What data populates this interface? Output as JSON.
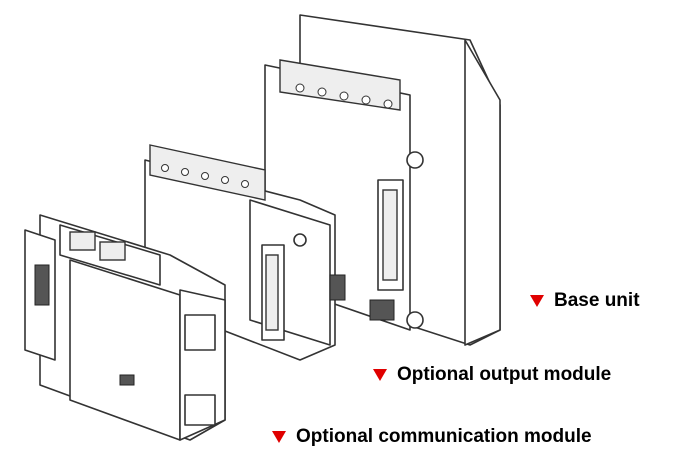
{
  "labels": {
    "base_unit": "Base unit",
    "output_module": "Optional output module",
    "communication_module": "Optional communication module"
  },
  "colors": {
    "marker": "#e00000"
  }
}
